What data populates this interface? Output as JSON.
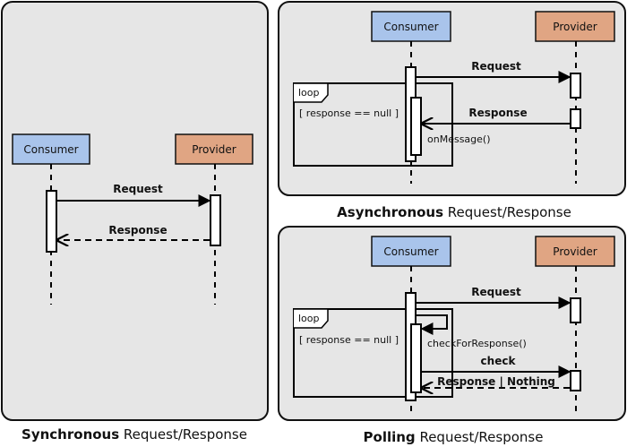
{
  "colors": {
    "panel_bg": "#e6e6e6",
    "consumer_fill": "#a9c4eb",
    "provider_fill": "#e0a583",
    "line": "#000000"
  },
  "participants": {
    "consumer": "Consumer",
    "provider": "Provider"
  },
  "sync": {
    "caption_bold": "Synchronous",
    "caption_rest": " Request/Response",
    "request": "Request",
    "response": "Response"
  },
  "async": {
    "caption_bold": "Asynchronous",
    "caption_rest": " Request/Response",
    "request": "Request",
    "response": "Response",
    "loop_tag": "loop",
    "loop_guard": "[ response == null ]",
    "callback": "onMessage()"
  },
  "polling": {
    "caption_bold": "Polling",
    "caption_rest": " Request/Response",
    "request": "Request",
    "loop_tag": "loop",
    "loop_guard": "[ response == null ]",
    "self_call": "checkForResponse()",
    "check": "check",
    "response": "Response | Nothing"
  }
}
